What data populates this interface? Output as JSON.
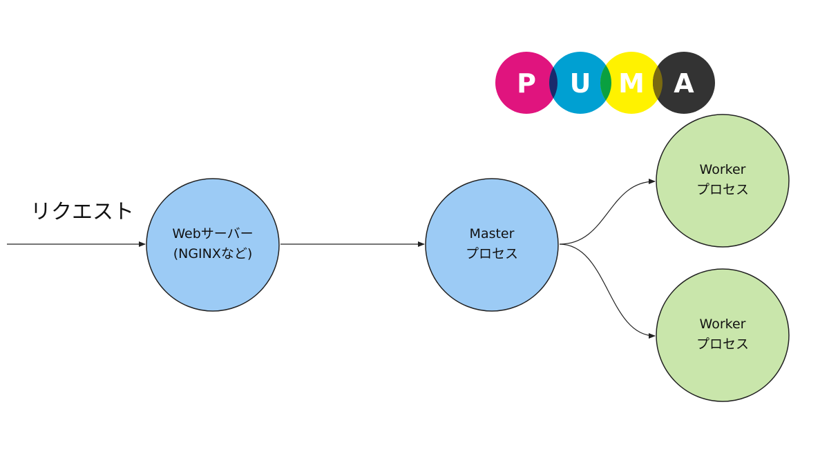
{
  "request_label": "リクエスト",
  "nodes": {
    "web": {
      "line1": "Webサーバー",
      "line2": "(NGINXなど)"
    },
    "master": {
      "line1": "Master",
      "line2": "プロセス"
    },
    "worker1": {
      "line1": "Worker",
      "line2": "プロセス"
    },
    "worker2": {
      "line1": "Worker",
      "line2": "プロセス"
    }
  },
  "logo": {
    "letters": [
      "P",
      "U",
      "M",
      "A"
    ],
    "colors": [
      "#e0147e",
      "#00a0d2",
      "#fff200",
      "#333333"
    ],
    "overlap_colors": [
      "#1a2a6c",
      "#0aa040",
      "#7a6a10"
    ]
  },
  "colors": {
    "blue_node": "#9ccbf5",
    "green_node": "#c9e6ab",
    "stroke": "#222222"
  }
}
